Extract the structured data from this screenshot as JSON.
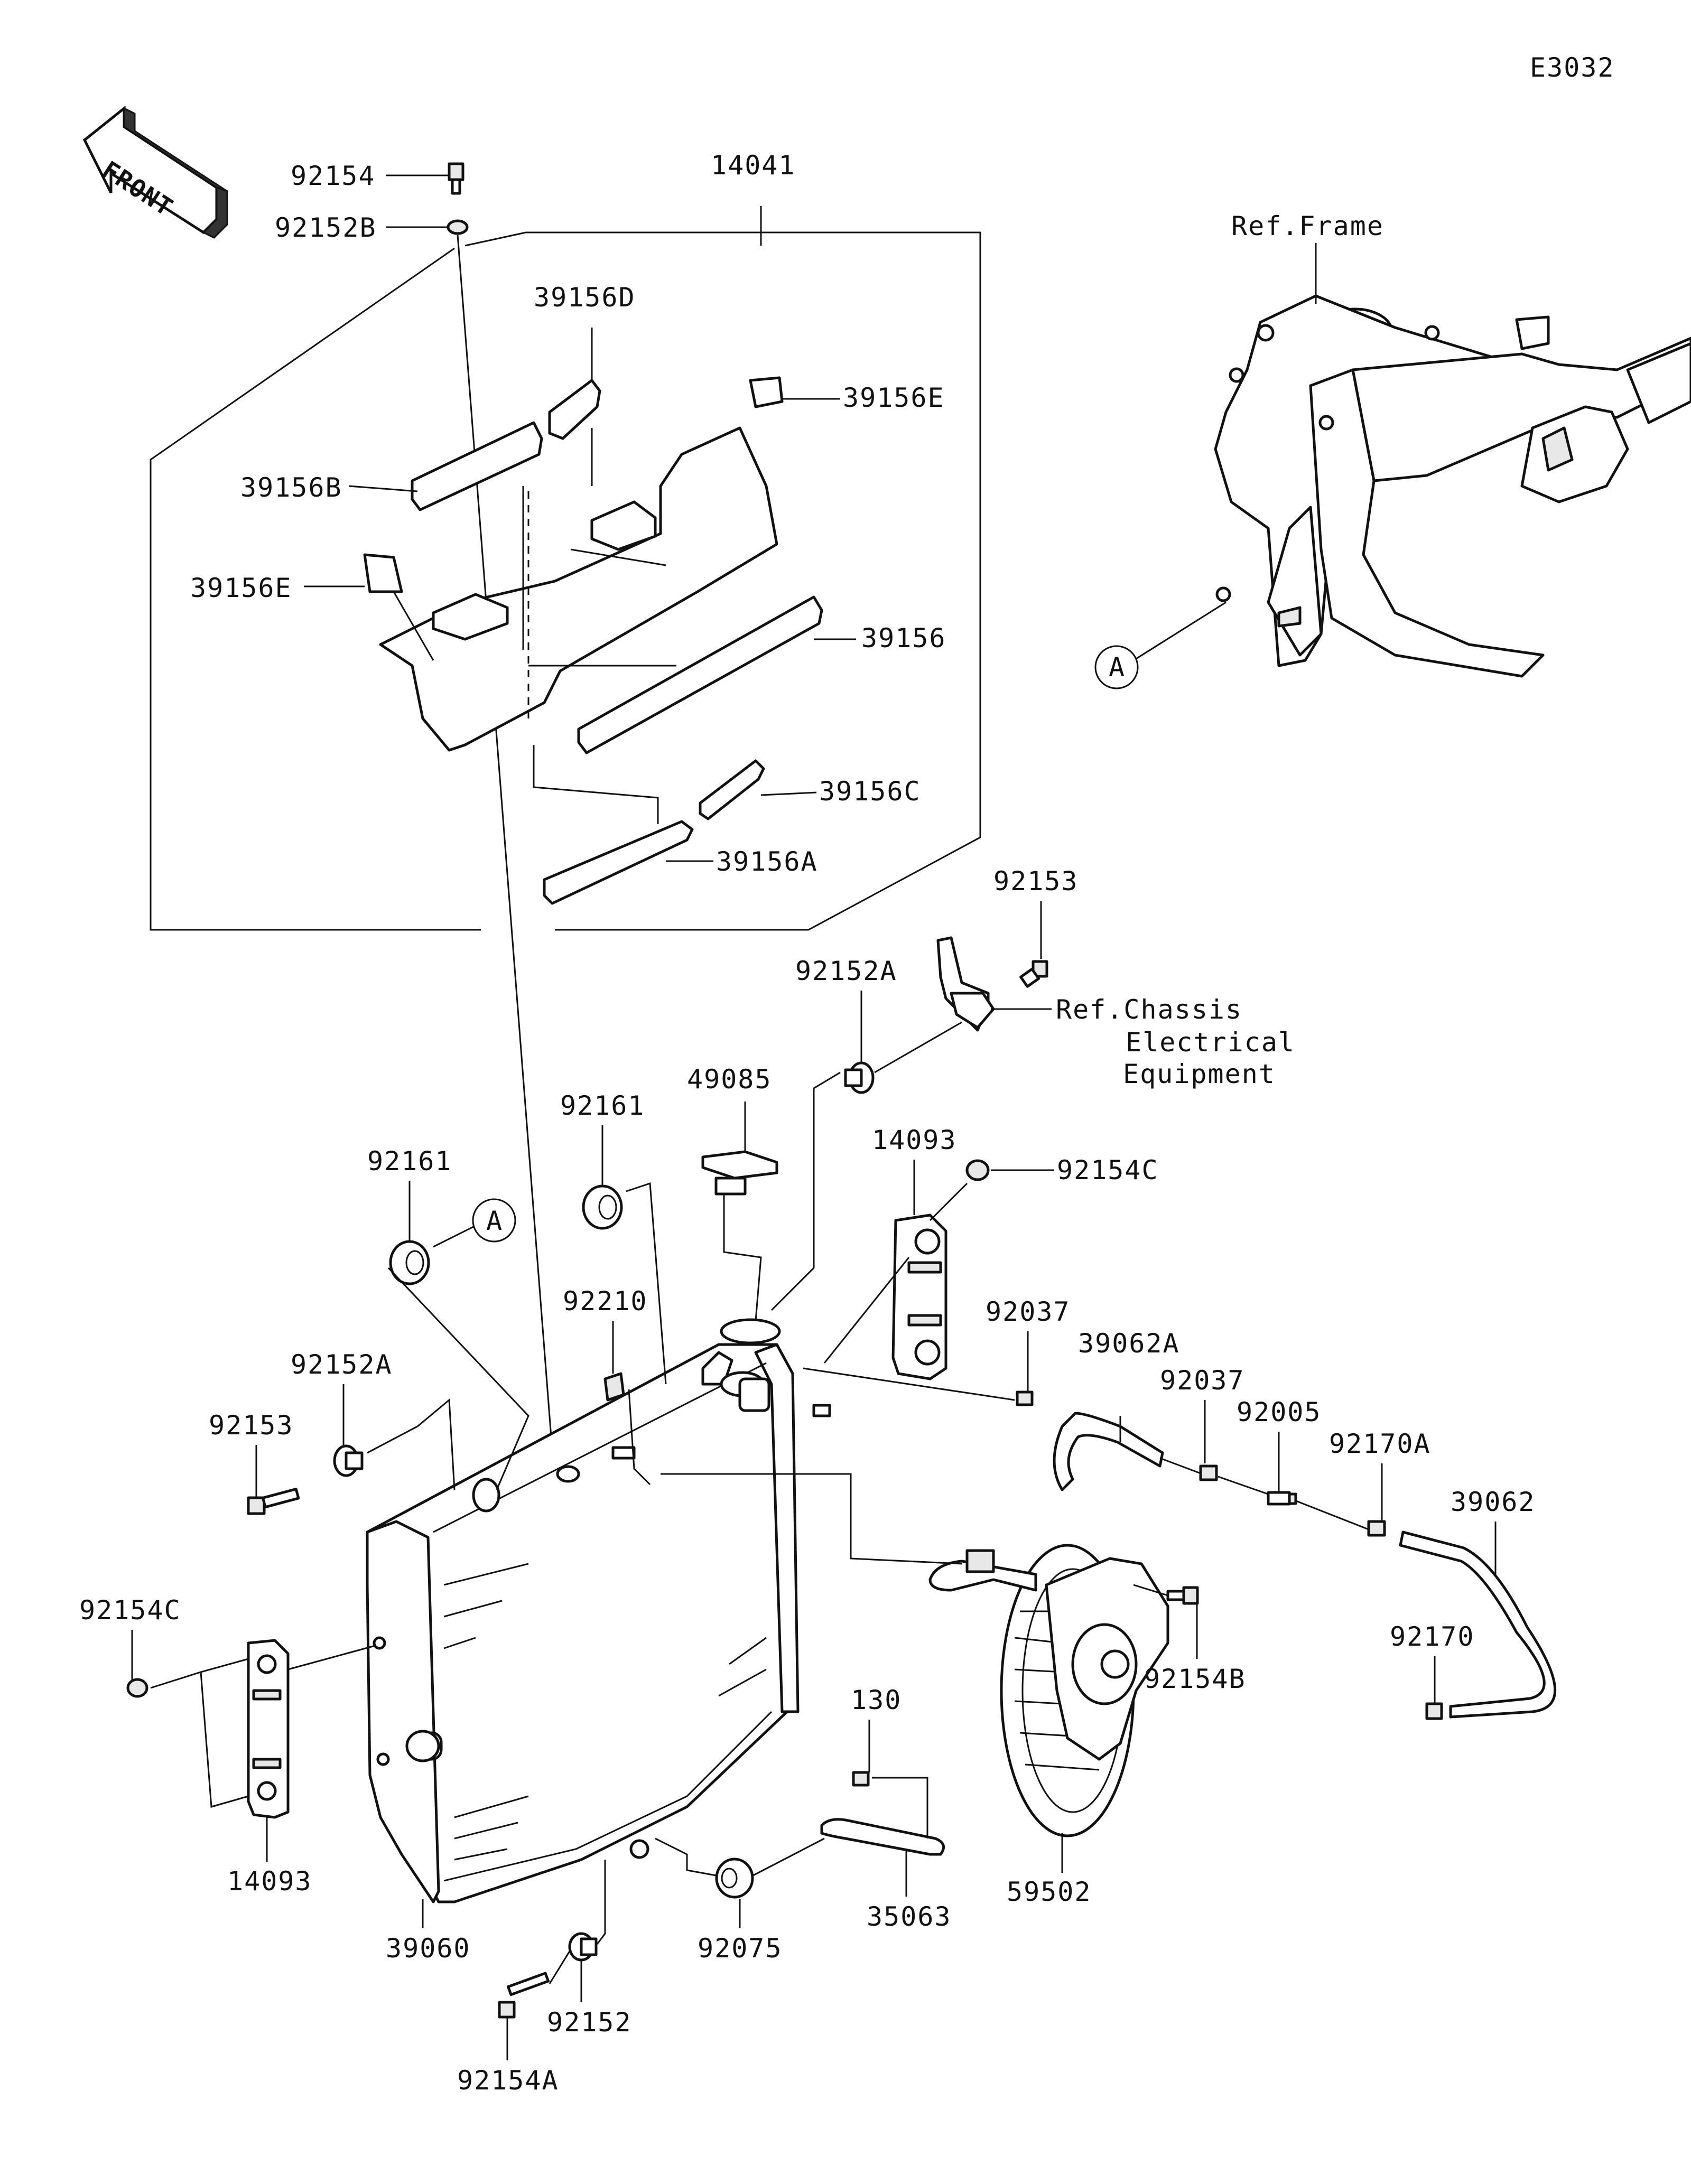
{
  "diagram_code": "E3032",
  "front_label": "FRONT",
  "parts": {
    "p92154": "92154",
    "p92152B": "92152B",
    "p14041": "14041",
    "p39156D": "39156D",
    "p39156E_top": "39156E",
    "p39156B": "39156B",
    "p39156E_left": "39156E",
    "p39156": "39156",
    "p39156C": "39156C",
    "p39156A": "39156A",
    "p92153_top": "92153",
    "p92152A_top": "92152A",
    "p49085": "49085",
    "p92161_mid": "92161",
    "p92161_left": "92161",
    "p14093_right": "14093",
    "p92154C_right": "92154C",
    "p92210": "92210",
    "p92037_a": "92037",
    "p39062A": "39062A",
    "p92037_b": "92037",
    "p92005": "92005",
    "p92170A": "92170A",
    "p39062": "39062",
    "p92152A_left": "92152A",
    "p92153_left": "92153",
    "p92154C_left": "92154C",
    "p14093_left": "14093",
    "p39060": "39060",
    "p92154B": "92154B",
    "p92170": "92170",
    "p130": "130",
    "p59502": "59502",
    "p35063": "35063",
    "p92075": "92075",
    "p92152": "92152",
    "p92154A": "92154A"
  },
  "references": {
    "frame": "Ref.Frame",
    "chassis_line1": "Ref.Chassis",
    "chassis_line2": "Electrical",
    "chassis_line3": "Equipment"
  },
  "callouts": {
    "a_frame": "A",
    "a_radiator": "A"
  }
}
